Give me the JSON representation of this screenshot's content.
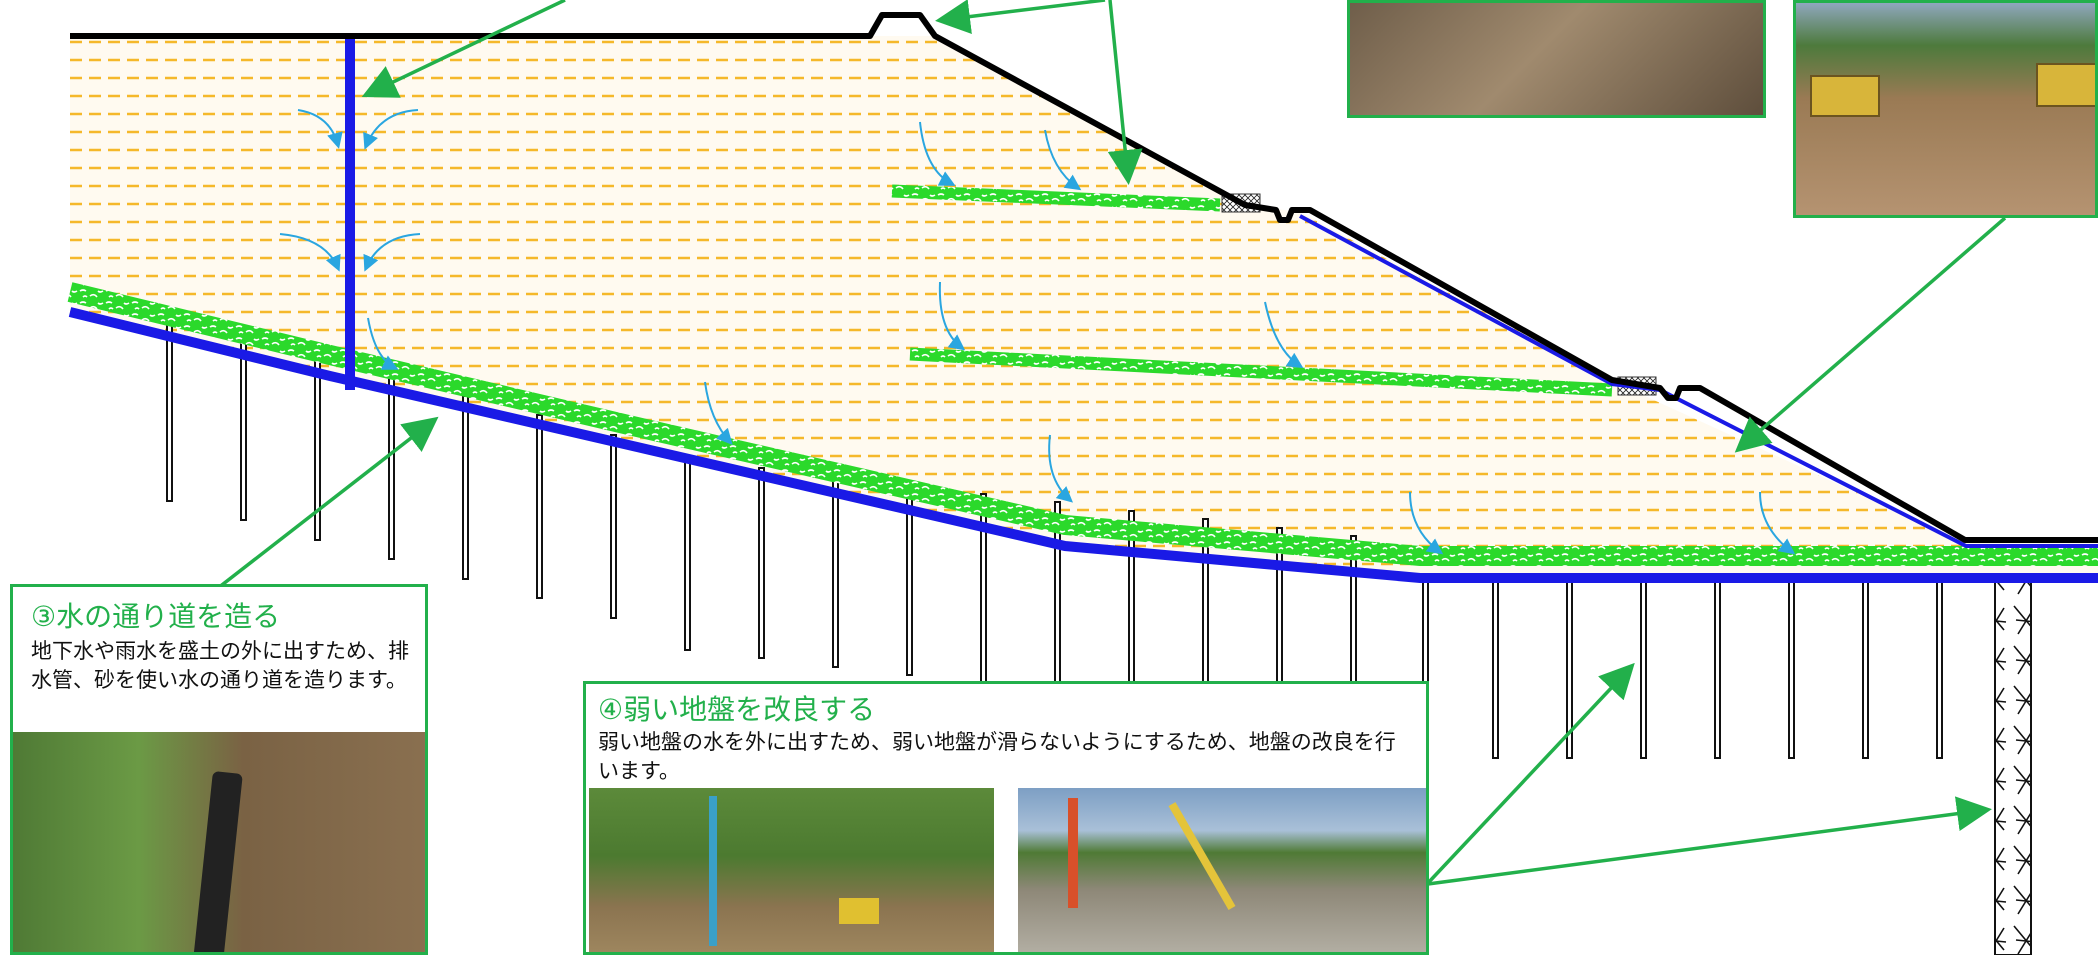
{
  "colors": {
    "accent_green": "#22b04b",
    "drain_blue": "#1a1ae6",
    "fill_dash": "#f5b82a",
    "gravel_green": "#2bd92b",
    "ground_line": "#000000"
  },
  "callouts": {
    "water_path": {
      "title": "③水の通り道を造る",
      "text": "地下水や雨水を盛土の外に出すため、排水管、砂を使い水の通り道を造ります。"
    },
    "ground_improvement": {
      "title": "④弱い地盤を改良する",
      "text": "弱い地盤の水を外に出すため、弱い地盤が滑らないようにするため、地盤の改良を行います。"
    }
  },
  "photos": {
    "gravel_closeup": "砂利の写真",
    "earthwork_machines": "重機による盛土施工の写真",
    "drain_pipe_trench": "排水管の施工写真",
    "pile_rig_site": "地盤改良機の写真",
    "improved_ground": "地盤改良後の現場写真"
  },
  "icons": {
    "seepage_arrow": "curved-arrow-icon",
    "leader_arrow": "arrow-icon"
  }
}
